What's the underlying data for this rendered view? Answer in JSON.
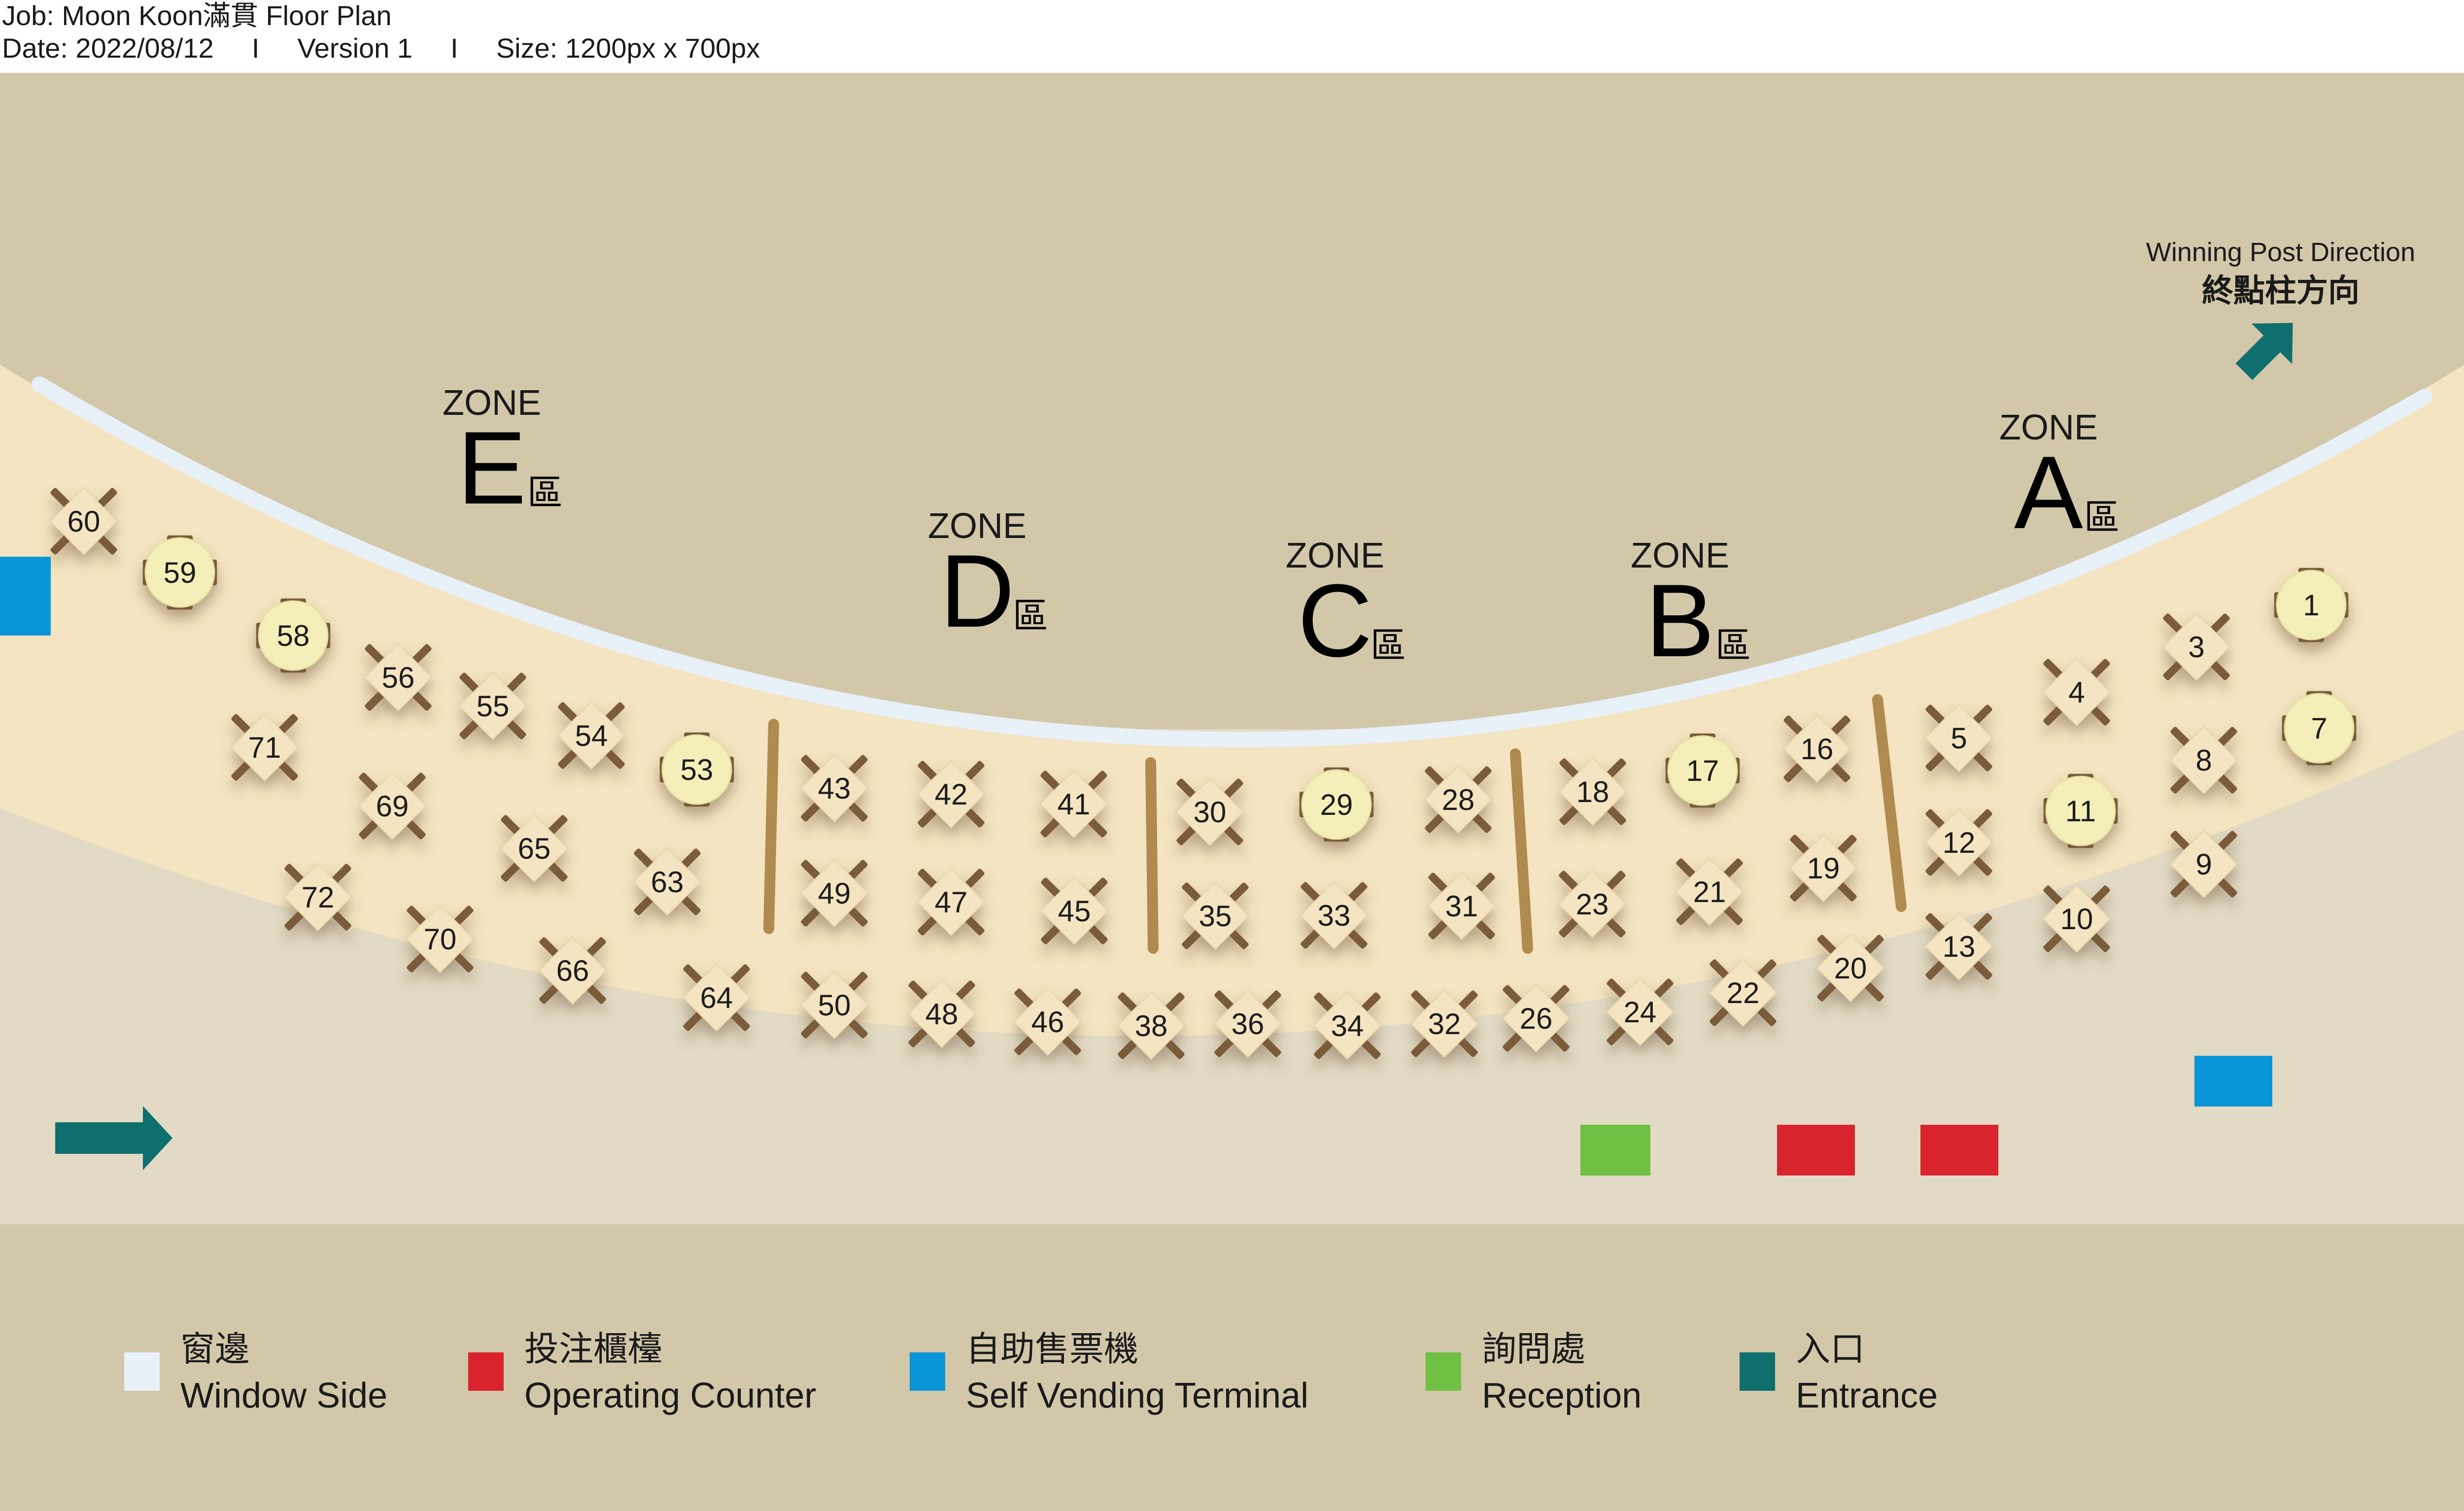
{
  "header": {
    "job_label": "Job:",
    "job_value": "Moon Koon滿貫 Floor Plan",
    "date_label": "Date:",
    "date_value": "2022/08/12",
    "version": "Version 1",
    "size": "Size: 1200px x 700px",
    "separator": "I"
  },
  "direction": {
    "en": "Winning Post Direction",
    "zh": "終點柱方向"
  },
  "zones": [
    {
      "word": "ZONE",
      "letter": "E",
      "zh": "區"
    },
    {
      "word": "ZONE",
      "letter": "D",
      "zh": "區"
    },
    {
      "word": "ZONE",
      "letter": "C",
      "zh": "區"
    },
    {
      "word": "ZONE",
      "letter": "B",
      "zh": "區"
    },
    {
      "word": "ZONE",
      "letter": "A",
      "zh": "區"
    }
  ],
  "tables": {
    "square": [
      "60",
      "56",
      "55",
      "54",
      "71",
      "69",
      "65",
      "72",
      "70",
      "66",
      "63",
      "64",
      "43",
      "42",
      "41",
      "49",
      "47",
      "45",
      "50",
      "48",
      "46",
      "30",
      "28",
      "35",
      "33",
      "31",
      "38",
      "36",
      "34",
      "32",
      "26",
      "18",
      "16",
      "23",
      "21",
      "24",
      "19",
      "22",
      "20",
      "5",
      "4",
      "3",
      "12",
      "8",
      "13",
      "9",
      "10"
    ],
    "round": [
      "59",
      "58",
      "53",
      "29",
      "17",
      "11",
      "1",
      "7"
    ]
  },
  "colors": {
    "window_side": "#e8f0f8",
    "operating_counter": "#d9242d",
    "self_vending_terminal": "#0b95d9",
    "reception": "#70c044",
    "entrance": "#0f6e6e",
    "floor": "#f4e4c1",
    "outside": "#d2c7a9",
    "corridor": "#e2dac4",
    "table_round": "#f4efb8",
    "chair": "#7a5b3b",
    "divider": "#b08a4e"
  },
  "legend": [
    {
      "key": "window_side",
      "zh": "窗邊",
      "en": "Window Side"
    },
    {
      "key": "operating_counter",
      "zh": "投注櫃檯",
      "en": "Operating Counter"
    },
    {
      "key": "self_vending_terminal",
      "zh": "自助售票機",
      "en": "Self Vending Terminal"
    },
    {
      "key": "reception",
      "zh": "詢問處",
      "en": "Reception"
    },
    {
      "key": "entrance",
      "zh": "入口",
      "en": "Entrance"
    }
  ]
}
